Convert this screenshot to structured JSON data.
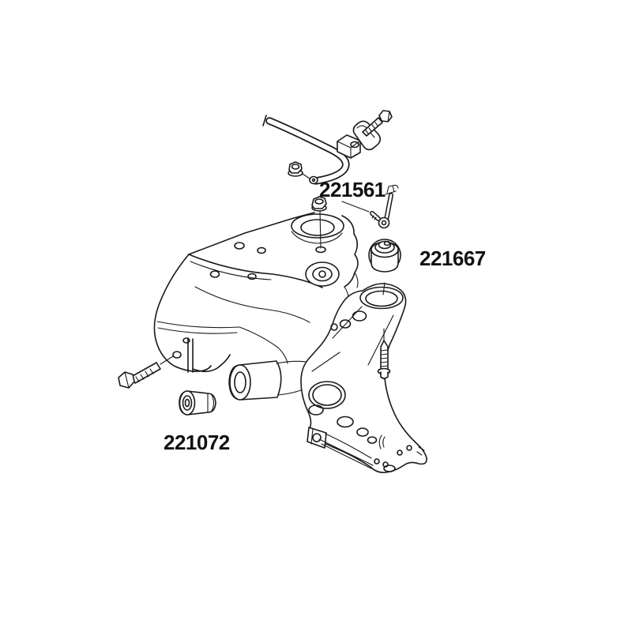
{
  "canvas": {
    "background": "#ffffff"
  },
  "colors": {
    "highlight": "#e8120c",
    "line": "#1a1a1a",
    "text": "#111111"
  },
  "parts": [
    {
      "number": "221561"
    },
    {
      "number": "221667"
    },
    {
      "number": "221072"
    }
  ]
}
